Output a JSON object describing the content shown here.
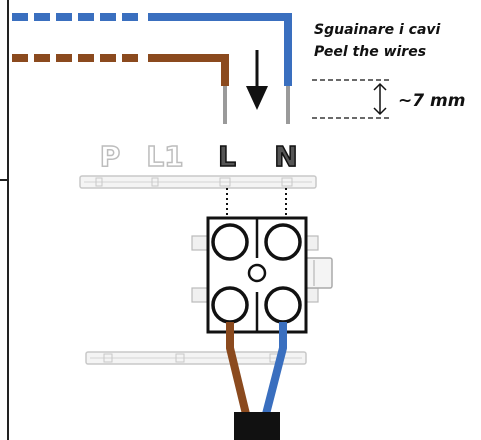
{
  "instruction": {
    "line_it": "Sguainare i cavi",
    "line_en": "Peel the wires",
    "strip_length": "~7 mm"
  },
  "terminals": [
    {
      "label": "P",
      "active": false
    },
    {
      "label": "L1",
      "active": false
    },
    {
      "label": "L",
      "active": true
    },
    {
      "label": "N",
      "active": true
    }
  ],
  "colors": {
    "brown_wire": "#8B4A1E",
    "blue_wire": "#3A6FBF",
    "conductor": "#9a9a9a",
    "inactive_label": "#bdbdbd",
    "active_label": "#555555",
    "rail": "#c8c8c8",
    "block": "#111111",
    "sheath": "#111111"
  }
}
